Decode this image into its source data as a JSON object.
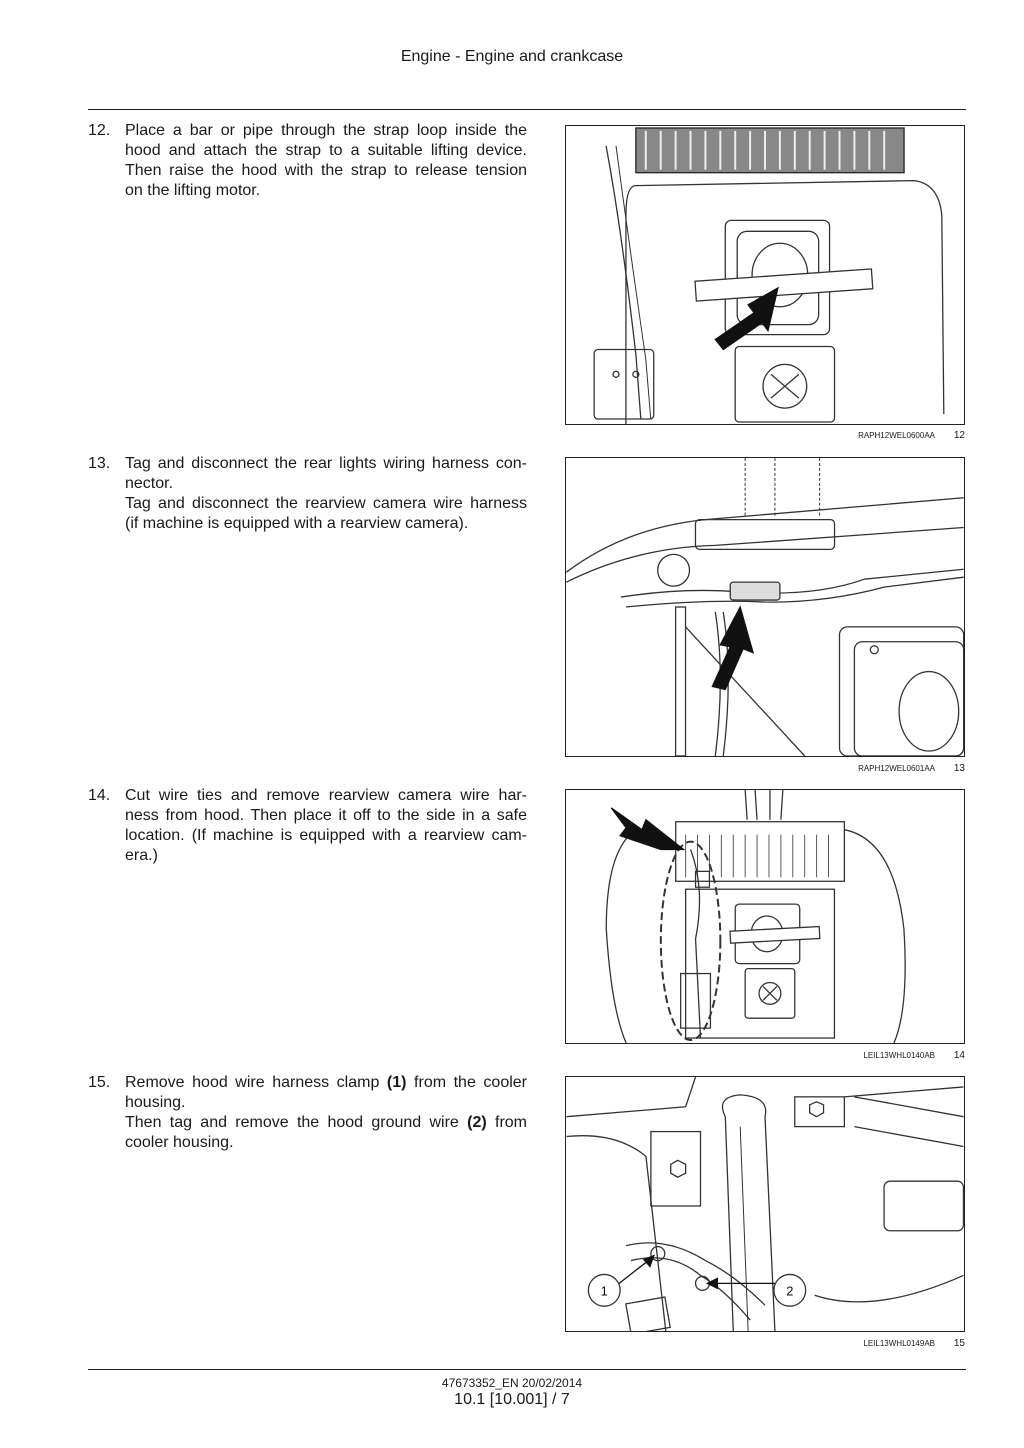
{
  "header": {
    "title": "Engine - Engine and crankcase"
  },
  "steps": [
    {
      "number": "12.",
      "lines": [
        "Place a bar or pipe through the strap loop inside the",
        "hood and attach the strap to a suitable lifting device.",
        "Then raise the hood with the strap to release tension",
        "on the lifting motor."
      ],
      "figure": {
        "code": "RAPH12WEL0600AA",
        "number": "12"
      }
    },
    {
      "number": "13.",
      "lines": [
        "Tag and disconnect the rear lights wiring harness con-",
        "nector.",
        "Tag and disconnect the rearview camera wire harness",
        "(if machine is equipped with a rearview camera)."
      ],
      "figure": {
        "code": "RAPH12WEL0601AA",
        "number": "13"
      }
    },
    {
      "number": "14.",
      "lines": [
        "Cut wire ties and remove rearview camera wire har-",
        "ness from hood.  Then place it off to the side in a safe",
        "location.  (If machine is equipped with a rearview cam-",
        "era.)"
      ],
      "figure": {
        "code": "LEIL13WHL0140AB",
        "number": "14"
      }
    },
    {
      "number": "15.",
      "line1_pre": "Remove hood wire harness clamp ",
      "line1_ref": "(1)",
      "line1_post": " from the cooler",
      "line2": "housing.",
      "line3_pre": "Then tag and remove the hood ground wire ",
      "line3_ref": "(2)",
      "line3_post": " from",
      "line4": "cooler housing.",
      "figure": {
        "code": "LEIL13WHL0149AB",
        "number": "15",
        "callouts": [
          "1",
          "2"
        ]
      }
    }
  ],
  "footer": {
    "doc_code": "47673352_EN 20/02/2014",
    "page": "10.1 [10.001] / 7"
  }
}
